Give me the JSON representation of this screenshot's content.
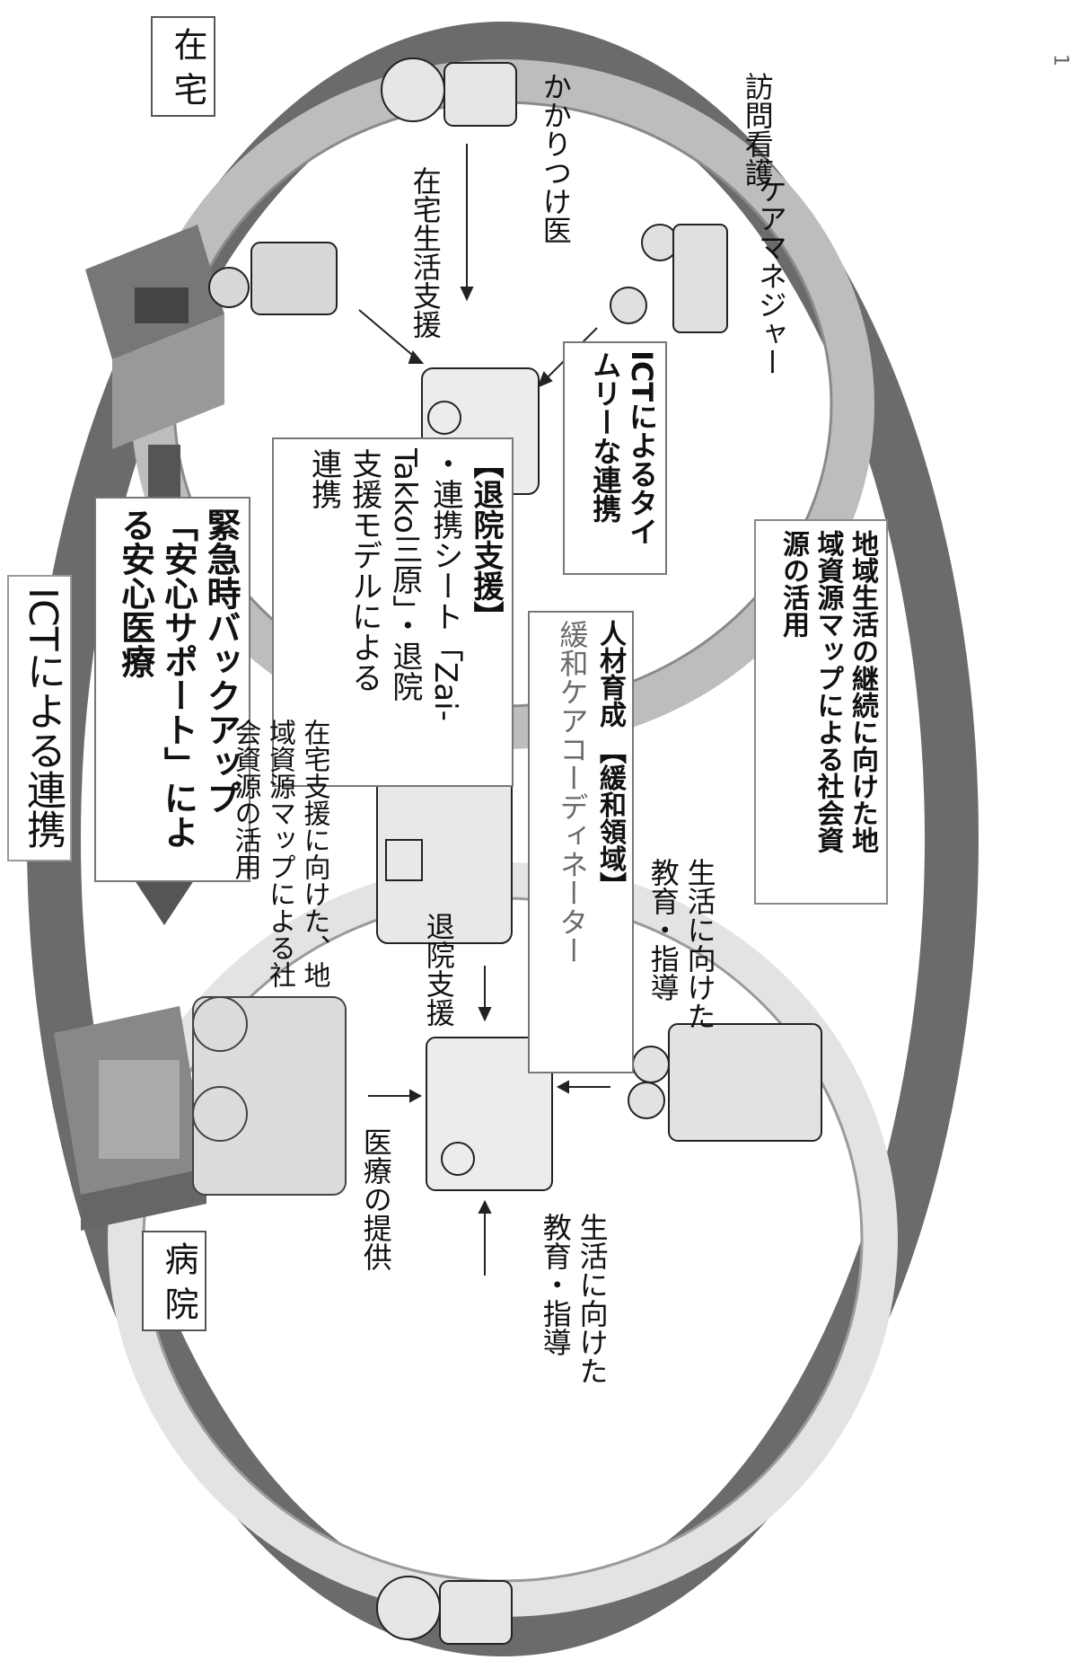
{
  "page_number": "1",
  "places": {
    "zaitaku": "在 宅",
    "byoin": "病 院"
  },
  "ict_coop_label": "ICTによる連携",
  "backup_box": {
    "title": "緊急時バックアップ",
    "line2": "「安心サポート」によ",
    "line3": "る安心医療"
  },
  "taiin_box": {
    "line1": "【退院支援】",
    "line2": "・連携シート「Zai-",
    "line3": "Takko三原」・退院",
    "line4": "支援モデルによる",
    "line5": "連携"
  },
  "timely_box": {
    "line1": "ICTによるタイ",
    "line2": "ムリーな連携"
  },
  "human_box": {
    "line1": "人材育成 【緩和領域】",
    "line2": "緩和ケアコーディネーター"
  },
  "chiiki_box": {
    "line1": "地域生活の継続に向けた地",
    "line2": "域資源マップによる社会資",
    "line3": "源の活用"
  },
  "labels": {
    "kakaritsuke": "かかりつけ医",
    "houmon": "訪問看護",
    "caremanager": "ケアマネジャー",
    "zaitaku_seikatsu": "在宅生活支援",
    "zaitaku_shien_line1": "在宅支援に向けた、地",
    "zaitaku_shien_line2": "域資源マップによる社",
    "zaitaku_shien_line3": "会資源の活用",
    "taiin_shien": "退院支援",
    "seikatsu_right_line1": "生活に向けた",
    "seikatsu_right_line2": "教育・指導",
    "iryo_teikyo": "医療の提供",
    "seikatsu_left_line1": "生活に向けた",
    "seikatsu_left_line2": "教育・指導"
  },
  "colors": {
    "outer_ring": "#6b6b6b",
    "inner_ring": "#cfcfcf",
    "arrow": "#555555",
    "box_border": "#555555"
  }
}
